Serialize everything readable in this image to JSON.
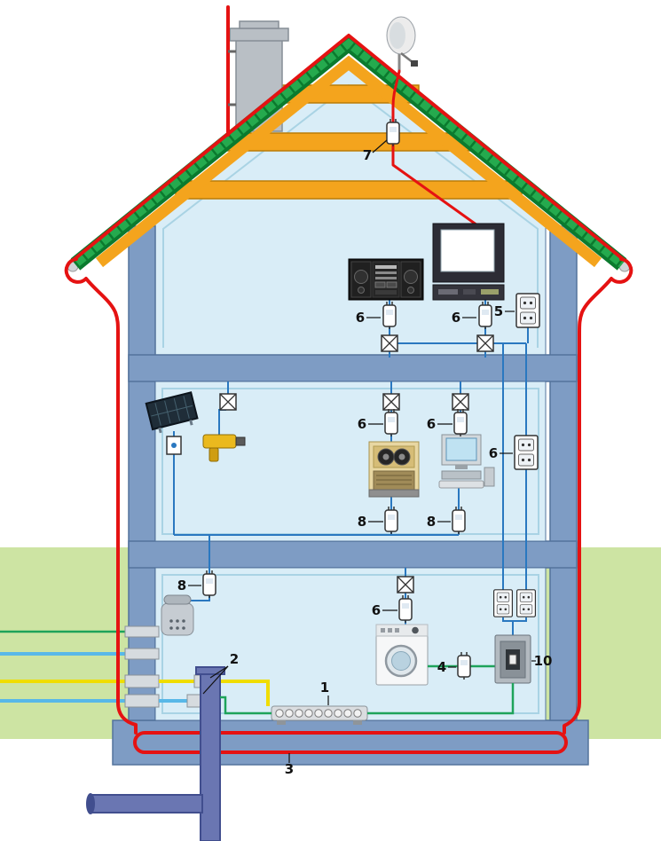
{
  "figure": {
    "callouts": {
      "c1": "1",
      "c2": "2",
      "c3": "3",
      "c4": "4",
      "c5": "5",
      "c6": "6",
      "c7": "7",
      "c8": "8",
      "c10": "10"
    }
  },
  "colors": {
    "wall": "#7e9cc4",
    "wall_outline": "#53739c",
    "room": "#d9edf7",
    "room_inner": "#a9d3e4",
    "grass": "#cde4a3",
    "roof_green_dark": "#0b7a2e",
    "roof_green": "#25aa4e",
    "beam": "#f4a41d",
    "beam_outline": "#bb7d07",
    "red": "#e51212",
    "wire_blue": "#2a78c0",
    "wire_green": "#1ea35a",
    "wire_yellow": "#f0dd00",
    "water": "#58b8e8",
    "sewer": "#6a76b2",
    "sewer_dark": "#414e8e",
    "chimney": "#b9bfc5",
    "label": "#111111",
    "device_stroke": "#333333"
  }
}
